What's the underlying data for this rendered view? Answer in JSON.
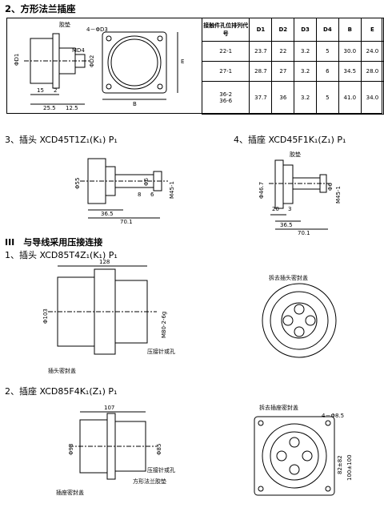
{
  "section1": {
    "title": "2、方形法兰插座",
    "labels": {
      "gasket": "胶垫",
      "holes": "4－ΦD3",
      "md4": "MD4",
      "d1": "ΦD1",
      "d2": "ΦD2",
      "e": "E",
      "b": "B",
      "dim15": "15",
      "dim2": "2",
      "dim25_5": "25.5",
      "dim12_5": "12.5"
    },
    "table": {
      "headers": [
        "接触件孔位排列代号",
        "D1",
        "D2",
        "D3",
        "D4",
        "B",
        "E"
      ],
      "rows": [
        [
          "22-1",
          "23.7",
          "22",
          "3.2",
          "5",
          "30.0",
          "24.0"
        ],
        [
          "27-1",
          "28.7",
          "27",
          "3.2",
          "6",
          "34.5",
          "28.0"
        ],
        [
          "36-2\n36-6",
          "37.7",
          "36",
          "3.2",
          "5",
          "41.0",
          "34.0"
        ]
      ]
    }
  },
  "section3": {
    "title": "3、插头 XCD45T1Z₁(K₁) P₁",
    "labels": {
      "d55": "Φ55",
      "d6": "Φ6",
      "m45": "M45-1",
      "dim8": "8",
      "dim6": "6",
      "dim36_5": "36.5",
      "dim70_1": "70.1"
    }
  },
  "section4": {
    "title": "4、插座 XCD45F1K₁(Z₁) P₁",
    "labels": {
      "gasket": "胶垫",
      "d46_7": "Φ46.7",
      "d6": "Φ6",
      "m45": "M45-1",
      "dim20": "20",
      "dim3": "3",
      "dim36_5": "36.5",
      "dim70_1": "70.1"
    }
  },
  "part3": {
    "heading": "III　与导线采用压接连接",
    "sub1": {
      "title": "1、插头 XCD85T4Z₁(K₁) P₁",
      "labels": {
        "dim128": "128",
        "d103": "Φ103",
        "m80": "M80-2-6g",
        "pin": "压接针或孔",
        "cap": "插头密封盖",
        "remove_cap": "拆去插头密封盖"
      }
    },
    "sub2": {
      "title": "2、插座 XCD85F4K₁(Z₁) P₁",
      "labels": {
        "dim107": "107",
        "d98": "Φ98",
        "d85": "Φ85",
        "pin": "压接针或孔",
        "cap": "插座密封盖",
        "gasket": "方形法兰胶垫",
        "remove_cap": "拆去插座密封盖",
        "holes": "4－Φ8.5",
        "dim82": "82±82",
        "dim100": "100±100"
      }
    }
  }
}
